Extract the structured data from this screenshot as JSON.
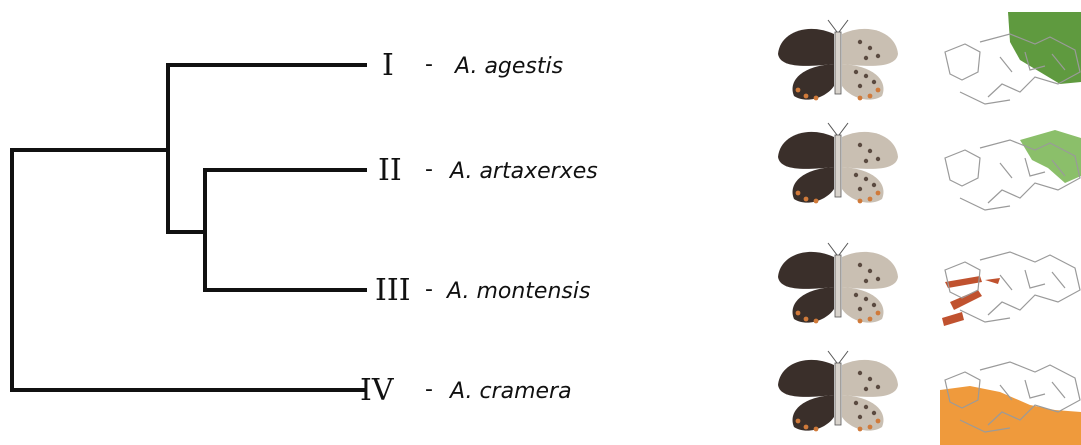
{
  "colors": {
    "branch": "#111111",
    "text": "#111111",
    "map_outline": "#9a9a9a",
    "butterfly_upper": "#3a2f2a",
    "butterfly_under": "#c9bfb2",
    "lunule": "#d07a3a"
  },
  "taxa": [
    {
      "numeral": "I",
      "separator": "-",
      "name": "A. agestis",
      "range_color": "#5f9a3f"
    },
    {
      "numeral": "II",
      "separator": "-",
      "name": "A. artaxerxes",
      "range_color": "#8bbf6a"
    },
    {
      "numeral": "III",
      "separator": "-",
      "name": "A. montensis",
      "range_color": "#c0522f"
    },
    {
      "numeral": "IV",
      "separator": "-",
      "name": "A. cramera",
      "range_color": "#ef9a3c"
    }
  ]
}
